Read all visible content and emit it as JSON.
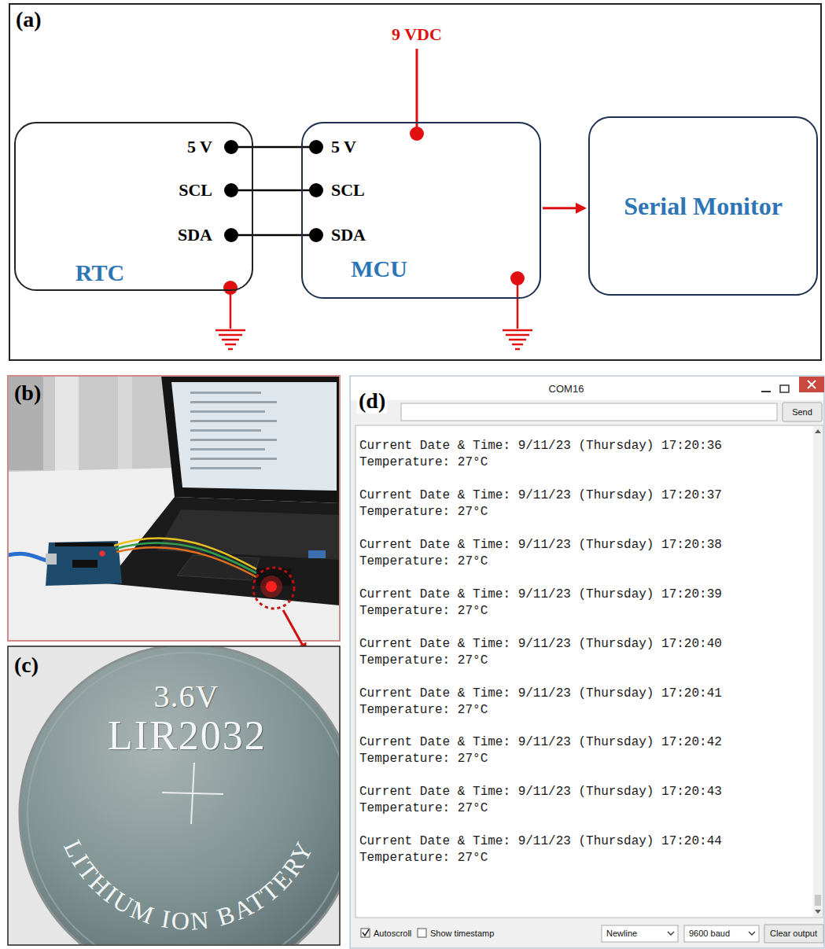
{
  "diagram": {
    "nodes": [
      {
        "text": [
          "5 V",
          "SCL",
          "SDA",
          "RTC"
        ]
      },
      {
        "text": [
          "5 V",
          "SCL",
          "SDA",
          "MCU"
        ]
      },
      {
        "text": [
          "Serial Monitor"
        ]
      }
    ],
    "edges": [
      {
        "from": 0,
        "to": 1,
        "arrow": "none"
      },
      {
        "from": 0,
        "to": 1,
        "arrow": "none"
      },
      {
        "from": 0,
        "to": 1,
        "arrow": "none"
      },
      {
        "from": 1,
        "to": 2,
        "arrow": "to"
      }
    ],
    "labels": [
      "(a)",
      "9 VDC",
      "(b)",
      "(c)",
      "3.6V",
      "LIR2032",
      "LITHIUM ION BATTERY",
      "(d)",
      "COM16",
      "Send",
      "Current Date & Time: 9/11/23 (Thursday) 17:20:36",
      "Temperature: 27°C",
      "Current Date & Time: 9/11/23 (Thursday) 17:20:37",
      "Temperature: 27°C",
      "Current Date & Time: 9/11/23 (Thursday) 17:20:38",
      "Temperature: 27°C",
      "Current Date & Time: 9/11/23 (Thursday) 17:20:39",
      "Temperature: 27°C",
      "Current Date & Time: 9/11/23 (Thursday) 17:20:40",
      "Temperature: 27°C",
      "Current Date & Time: 9/11/23 (Thursday) 17:20:41",
      "Temperature: 27°C",
      "Current Date & Time: 9/11/23 (Thursday) 17:20:42",
      "Temperature: 27°C",
      "Current Date & Time: 9/11/23 (Thursday) 17:20:43",
      "Temperature: 27°C",
      "Current Date & Time: 9/11/23 (Thursday) 17:20:44",
      "Temperature: 27°C",
      "Autoscroll",
      "Show timestamp",
      "Newline",
      "9600 baud",
      "Clear output"
    ]
  }
}
